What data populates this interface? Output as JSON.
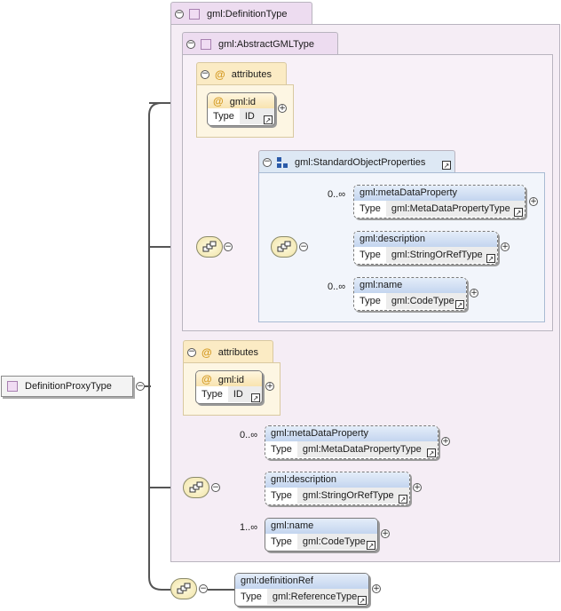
{
  "root": {
    "label": "DefinitionProxyType"
  },
  "definition_type": {
    "label": "gml:DefinitionType"
  },
  "abstract_gml_type": {
    "label": "gml:AbstractGMLType"
  },
  "attrs_top": {
    "label": "attributes",
    "id_name": "gml:id",
    "type_key": "Type",
    "type_value": "ID"
  },
  "standard_props": {
    "label": "gml:StandardObjectProperties"
  },
  "inner": {
    "meta": {
      "occ": "0..∞",
      "name": "gml:metaDataProperty",
      "type_key": "Type",
      "type_value": "gml:MetaDataPropertyType"
    },
    "desc": {
      "name": "gml:description",
      "type_key": "Type",
      "type_value": "gml:StringOrRefType"
    },
    "name": {
      "occ": "0..∞",
      "name": "gml:name",
      "type_key": "Type",
      "type_value": "gml:CodeType"
    }
  },
  "attrs_mid": {
    "label": "attributes",
    "id_name": "gml:id",
    "type_key": "Type",
    "type_value": "ID"
  },
  "outer": {
    "meta": {
      "occ": "0..∞",
      "name": "gml:metaDataProperty",
      "type_key": "Type",
      "type_value": "gml:MetaDataPropertyType"
    },
    "desc": {
      "name": "gml:description",
      "type_key": "Type",
      "type_value": "gml:StringOrRefType"
    },
    "name": {
      "occ": "1..∞",
      "name": "gml:name",
      "type_key": "Type",
      "type_value": "gml:CodeType"
    }
  },
  "definition_ref": {
    "name": "gml:definitionRef",
    "type_key": "Type",
    "type_value": "gml:ReferenceType"
  },
  "icons": {
    "expand": "plus-icon",
    "collapse": "minus-icon",
    "link": "link-arrow-icon",
    "sequence": "sequence-compositor-icon"
  },
  "colors": {
    "type_frame": "#f5edf5",
    "attr_frame": "#fdf6e3",
    "element_head": "#c3d5ef",
    "lines": "#555555"
  }
}
